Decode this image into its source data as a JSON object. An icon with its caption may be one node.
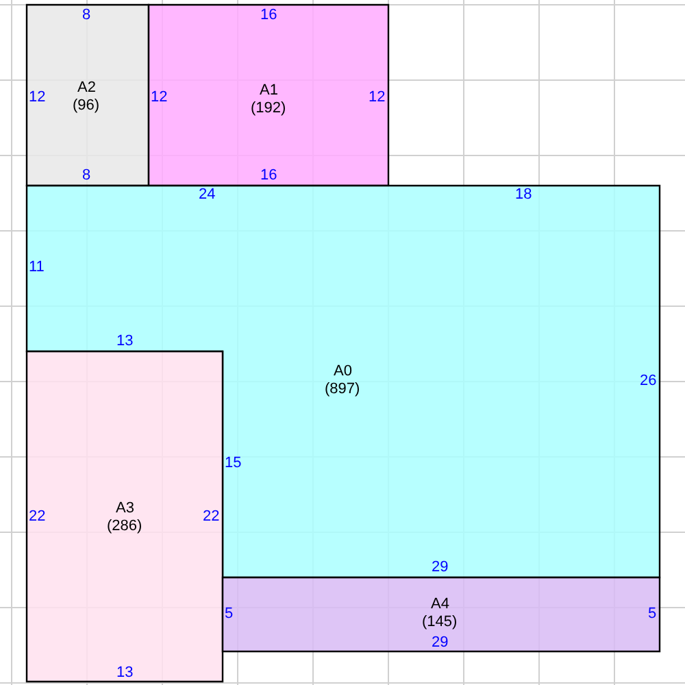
{
  "diagram": {
    "nodes": [
      {
        "text": [
          "A2",
          "(96)",
          "8",
          "12",
          "8"
        ]
      },
      {
        "text": [
          "A1",
          "(192)",
          "16",
          "12",
          "12",
          "16"
        ]
      },
      {
        "text": [
          "A0",
          "(897)",
          "24",
          "18",
          "11",
          "13",
          "26",
          "15",
          "29"
        ]
      },
      {
        "text": [
          "A3",
          "(286)",
          "22",
          "22",
          "13"
        ]
      },
      {
        "text": [
          "A4",
          "(145)",
          "5",
          "5",
          "29"
        ]
      }
    ]
  }
}
